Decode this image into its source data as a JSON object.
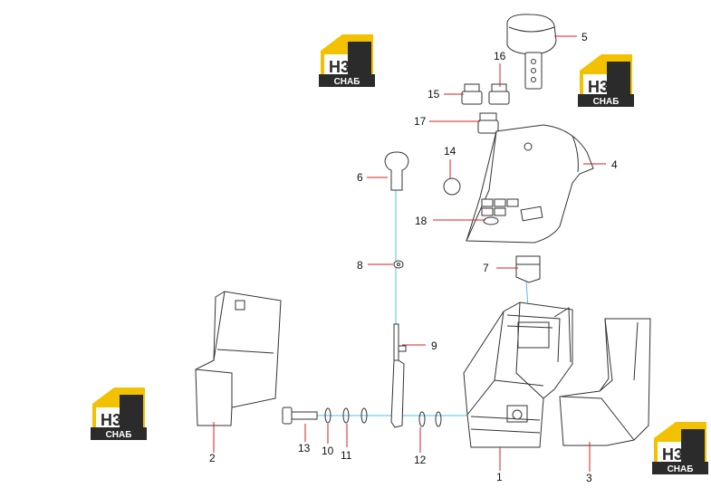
{
  "logo": {
    "mark": "H3",
    "text": "CHAБ",
    "colors": {
      "yellow": "#f2c200",
      "dark": "#2b2b2b",
      "white": "#ffffff"
    }
  },
  "colors": {
    "line": "#333333",
    "callout": "#d42020",
    "axis": "#4fc3e8"
  },
  "parts": {
    "p1": "1",
    "p2": "2",
    "p3": "3",
    "p4": "4",
    "p5": "5",
    "p6": "6",
    "p7": "7",
    "p8": "8",
    "p9": "9",
    "p10": "10",
    "p11": "11",
    "p12": "12",
    "p13": "13",
    "p14": "14",
    "p15": "15",
    "p16": "16",
    "p17": "17",
    "p18": "18"
  }
}
